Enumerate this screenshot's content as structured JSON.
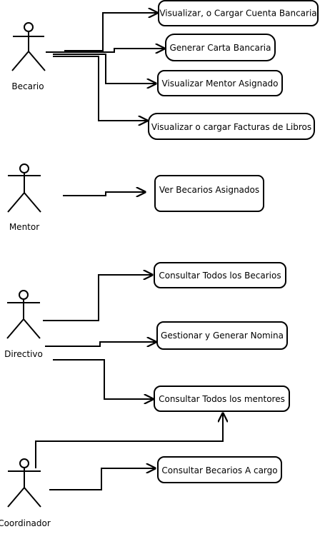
{
  "actors": [
    {
      "id": "becario",
      "label": "Becario"
    },
    {
      "id": "mentor",
      "label": "Mentor"
    },
    {
      "id": "directivo",
      "label": "Directivo"
    },
    {
      "id": "coordinador",
      "label": "Coordinador"
    }
  ],
  "use_cases": [
    {
      "id": "uc1",
      "label": "Visualizar, o Cargar Cuenta Bancaria"
    },
    {
      "id": "uc2",
      "label": "Generar Carta Bancaria"
    },
    {
      "id": "uc3",
      "label": "Visualizar Mentor Asignado"
    },
    {
      "id": "uc4",
      "label": "Visualizar o cargar Facturas de Libros"
    },
    {
      "id": "uc5",
      "label": "Ver Becarios Asignados"
    },
    {
      "id": "uc6",
      "label": "Consultar Todos los Becarios"
    },
    {
      "id": "uc7",
      "label": "Gestionar y Generar Nomina"
    },
    {
      "id": "uc8",
      "label": "Consultar Todos los mentores"
    },
    {
      "id": "uc9",
      "label": "Consultar Becarios A cargo"
    }
  ],
  "associations": [
    {
      "from": "becario",
      "to": "uc1"
    },
    {
      "from": "becario",
      "to": "uc2"
    },
    {
      "from": "becario",
      "to": "uc3"
    },
    {
      "from": "becario",
      "to": "uc4"
    },
    {
      "from": "mentor",
      "to": "uc5"
    },
    {
      "from": "directivo",
      "to": "uc6"
    },
    {
      "from": "directivo",
      "to": "uc7"
    },
    {
      "from": "directivo",
      "to": "uc8"
    },
    {
      "from": "coordinador",
      "to": "uc8"
    },
    {
      "from": "coordinador",
      "to": "uc9"
    }
  ],
  "colors": {
    "stroke": "#000000",
    "fill": "#ffffff"
  }
}
